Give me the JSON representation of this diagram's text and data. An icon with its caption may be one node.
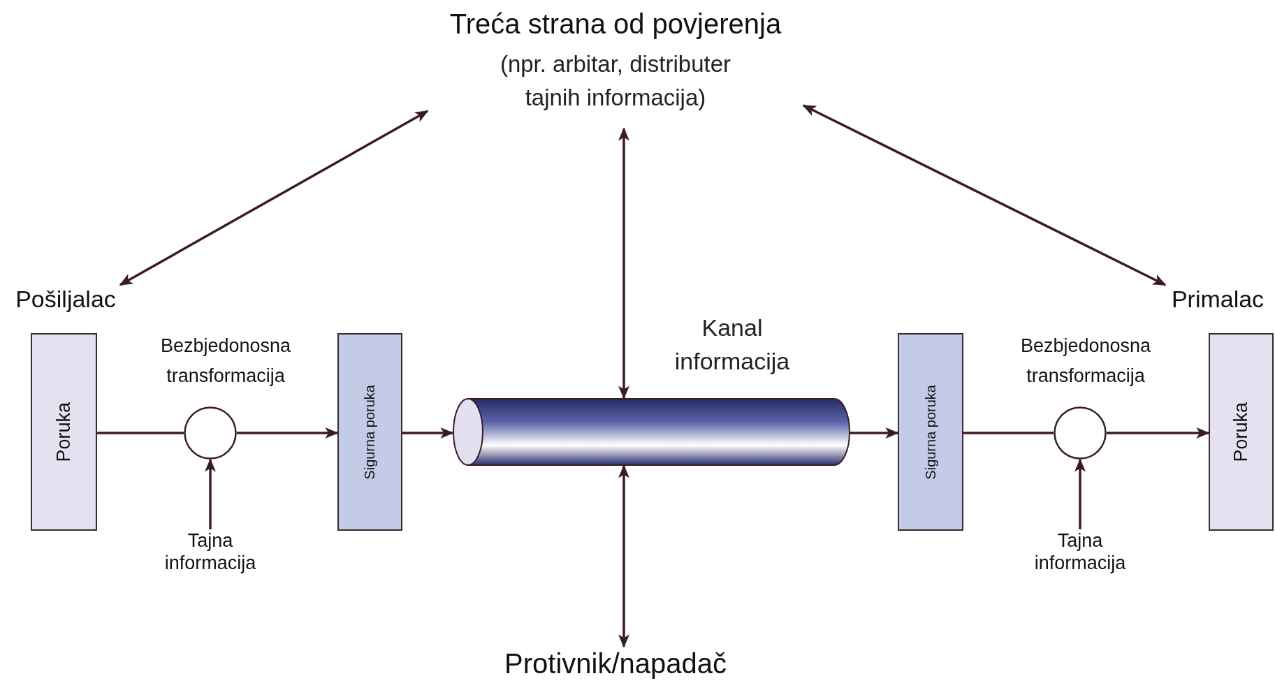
{
  "diagram": {
    "nodes": [
      {
        "text": [
          "Treća strana od povjerenja",
          "(npr. arbitar, distributer tajnih informacija)"
        ]
      },
      {
        "text": [
          "Pošiljalac"
        ]
      },
      {
        "text": [
          "Poruka"
        ]
      },
      {
        "text": [],
        "shape": "circle",
        "beside": [
          "Bezbjedonosna transformacija"
        ]
      },
      {
        "text": [
          "Tajna informacija"
        ]
      },
      {
        "text": [
          "Sigurna poruka"
        ]
      },
      {
        "text": [],
        "shape": "cylinder",
        "beside": [
          "Kanal informacija"
        ]
      },
      {
        "text": [
          "Sigurna poruka"
        ]
      },
      {
        "text": [],
        "shape": "circle",
        "beside": [
          "Bezbjedonosna transformacija"
        ]
      },
      {
        "text": [
          "Tajna informacija"
        ]
      },
      {
        "text": [
          "Poruka"
        ]
      },
      {
        "text": [
          "Primalac"
        ]
      },
      {
        "text": [
          "Protivnik/napadač"
        ]
      }
    ],
    "edges": [
      {
        "from": 0,
        "to": 1,
        "arrow": "both"
      },
      {
        "from": 0,
        "to": 6,
        "arrow": "both"
      },
      {
        "from": 0,
        "to": 11,
        "arrow": "both"
      },
      {
        "from": 2,
        "to": 3,
        "arrow": "none"
      },
      {
        "from": 3,
        "to": 5,
        "arrow": "to"
      },
      {
        "from": 4,
        "to": 3,
        "arrow": "to"
      },
      {
        "from": 5,
        "to": 6,
        "arrow": "to"
      },
      {
        "from": 6,
        "to": 7,
        "arrow": "to"
      },
      {
        "from": 7,
        "to": 8,
        "arrow": "none"
      },
      {
        "from": 8,
        "to": 10,
        "arrow": "to"
      },
      {
        "from": 9,
        "to": 8,
        "arrow": "to"
      },
      {
        "from": 6,
        "to": 12,
        "arrow": "both"
      }
    ]
  }
}
